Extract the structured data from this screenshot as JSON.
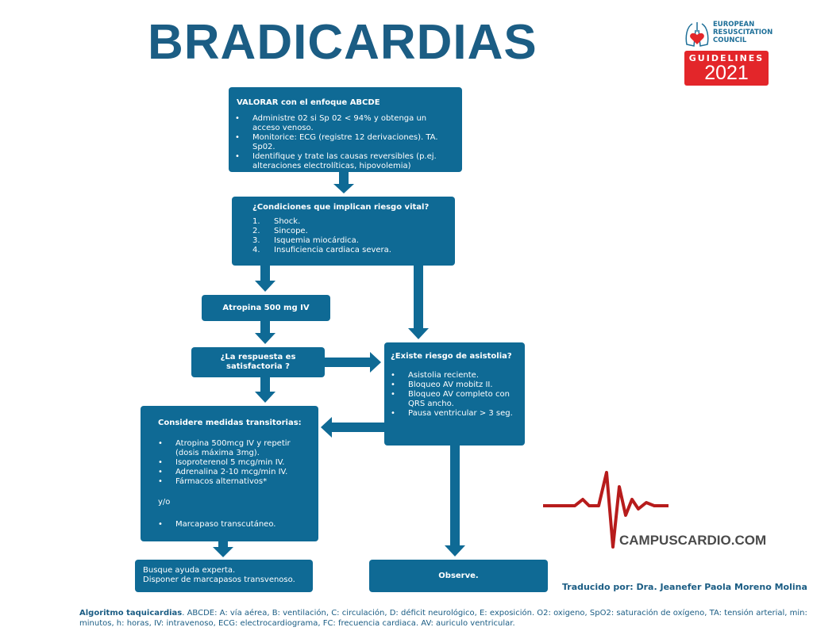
{
  "title": "BRADICARDIAS",
  "logo_erc": {
    "org": [
      "EUROPEAN",
      "RESUSCITATION",
      "COUNCIL"
    ],
    "label": "GUIDELINES",
    "year": "2021"
  },
  "box1": {
    "heading": "VALORAR con el enfoque ABCDE",
    "items": [
      "Administre 02 si Sp 02 < 94% y obtenga un acceso venoso.",
      "Monitorice: ECG (registre 12 derivaciones). TA. Sp02.",
      "Identifique y trate las causas reversibles (p.ej. alteraciones electrolíticas, hipovolemia)"
    ]
  },
  "box2": {
    "heading": "¿Condiciones que implican riesgo vital?",
    "items": [
      {
        "n": "1.",
        "t": "Shock."
      },
      {
        "n": "2.",
        "t": "Sincope."
      },
      {
        "n": "3.",
        "t": "Isquemia miocárdica."
      },
      {
        "n": "4.",
        "t": "Insuficiencia cardiaca severa."
      }
    ]
  },
  "atropina": "Atropina 500 mg IV",
  "respuesta": "¿La respuesta es satisfactoria ?",
  "asistolia": {
    "heading": "¿Existe riesgo de asistolia?",
    "items": [
      "Asistolia reciente.",
      "Bloqueo AV mobitz II.",
      "Bloqueo AV completo con QRS ancho.",
      "Pausa ventricular > 3 seg."
    ]
  },
  "considere": {
    "heading": "Considere medidas transitorias:",
    "items": [
      "Atropina 500mcg IV y repetir (dosis máxima 3mg).",
      "Isoproterenol 5 mcg/min IV.",
      "Adrenalina 2-10 mcg/min IV.",
      "Fármacos alternativos*"
    ],
    "or": "y/o",
    "extra": "Marcapaso transcutáneo."
  },
  "busque": [
    "Busque ayuda experta.",
    "Disponer de marcapasos transvenoso."
  ],
  "observe": "Observe.",
  "campuscardio": "CAMPUSCARDIO.COM",
  "traducido": "Traducido por: Dra. Jeanefer Paola Moreno Molina",
  "footer": {
    "bold": "Algoritmo taquicardias",
    "text": ". ABCDE: A: vía aérea, B: ventilación, C: circulación, D: déficit neurológico, E: exposición. O2: oxigeno, SpO2: saturación de oxígeno, TA: tensión arterial, min: minutos, h: horas, IV: intravenoso, ECG: electrocardiograma,  FC: frecuencia cardiaca. AV: auriculo ventricular."
  },
  "colors": {
    "box": "#0f6a95",
    "title": "#1b5d84",
    "red": "#e3262a"
  }
}
